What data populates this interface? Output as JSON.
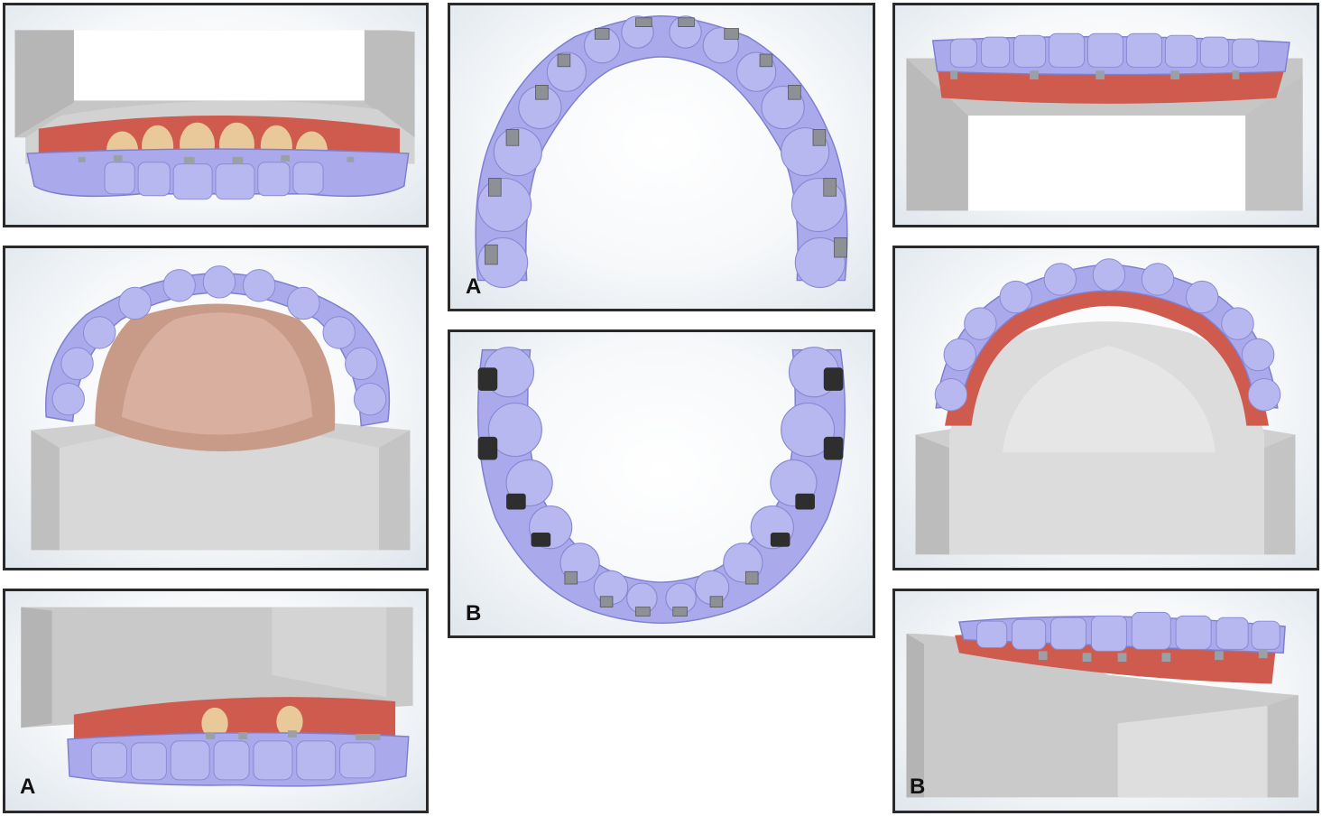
{
  "figure": {
    "labels": {
      "upper_frontal_view": "",
      "lower_frontal_view": "",
      "lower_lateral_view": "A",
      "lower_occlusal_view": "A",
      "upper_occlusal_view": "B",
      "upper_lateral_view": "B"
    },
    "colors": {
      "tray": "#a9a9ec",
      "tray_edge": "#7f7fd0",
      "gingiva": "#cf5a4e",
      "tooth": "#e9c89a",
      "base": "#cfcfcf",
      "bracket": "#9aa0a6",
      "frame": "#2a2a2a"
    }
  }
}
